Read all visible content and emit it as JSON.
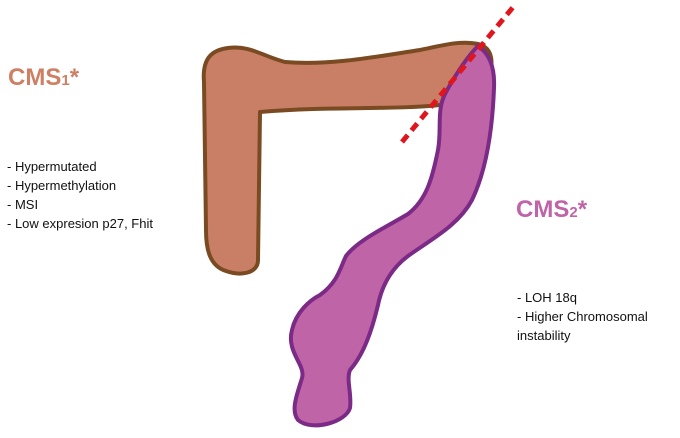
{
  "cms1": {
    "label_main": "CMS",
    "label_sub": "1",
    "label_mark": "*",
    "features": [
      "- Hypermutated",
      "- Hypermethylation",
      "- MSI",
      "- Low expresion p27, Fhit"
    ]
  },
  "cms2": {
    "label_main": "CMS",
    "label_sub": "2",
    "label_mark": "*",
    "features": [
      "- LOH 18q",
      "- Higher Chromosomal",
      "instability"
    ]
  },
  "colors": {
    "cms1_fill": "#c97f66",
    "cms1_stroke": "#7a4a22",
    "cms1_text": "#cf7f63",
    "cms2_fill": "#c064a8",
    "cms2_stroke": "#7b2a86",
    "cms2_text": "#c064a8",
    "boundary_line": "#e0161e"
  }
}
